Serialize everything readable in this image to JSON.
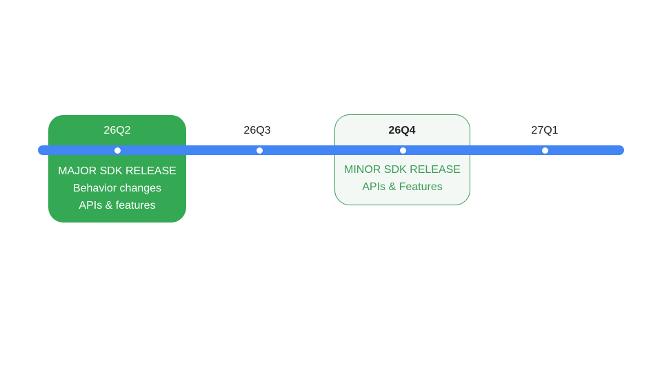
{
  "timeline": {
    "quarters": [
      {
        "label": "26Q2"
      },
      {
        "label": "26Q3"
      },
      {
        "label": "26Q4"
      },
      {
        "label": "27Q1"
      }
    ]
  },
  "releases": {
    "major": {
      "title": "MAJOR SDK RELEASE",
      "lines": [
        "Behavior changes",
        "APIs & features"
      ]
    },
    "minor": {
      "title": "MINOR SDK RELEASE",
      "lines": [
        "APIs & Features"
      ]
    }
  },
  "colors": {
    "track": "#4285f4",
    "major_fill": "#34a853",
    "minor_fill": "#f3f8f4",
    "minor_accent": "#3a9b57"
  }
}
